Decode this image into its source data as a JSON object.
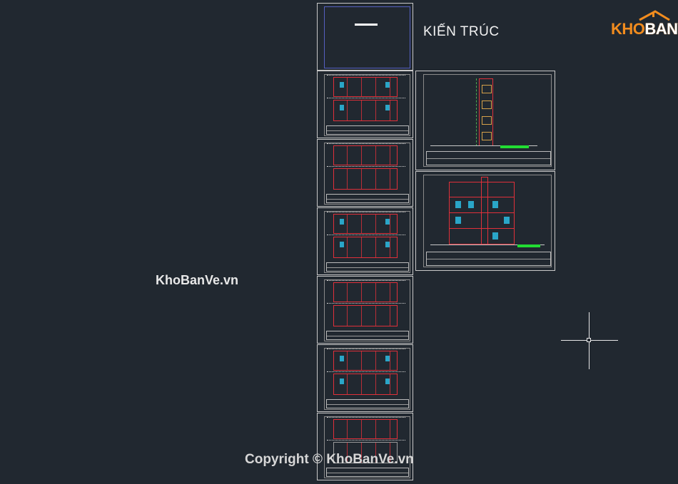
{
  "drawing": {
    "section_title": "KIẾN TRÚC",
    "watermark_text": "KhoBanVe.vn",
    "copyright_text": "Copyright © KhoBanVe.vn",
    "logo": {
      "part1": "KHO",
      "part2": "BANVE"
    },
    "sheets": [
      {
        "kind": "cover"
      },
      {
        "kind": "floor-plan"
      },
      {
        "kind": "floor-plan"
      },
      {
        "kind": "floor-plan"
      },
      {
        "kind": "floor-plan"
      },
      {
        "kind": "floor-plan"
      },
      {
        "kind": "roof-plan"
      },
      {
        "kind": "side-elevation"
      },
      {
        "kind": "section"
      }
    ]
  },
  "colors": {
    "background": "#212830",
    "sheet_border": "#c8c8c8",
    "wall_red": "#e0303a",
    "accent_cyan": "#2aa6c8",
    "accent_green": "#22dd33",
    "logo_orange": "#f28c1e"
  }
}
